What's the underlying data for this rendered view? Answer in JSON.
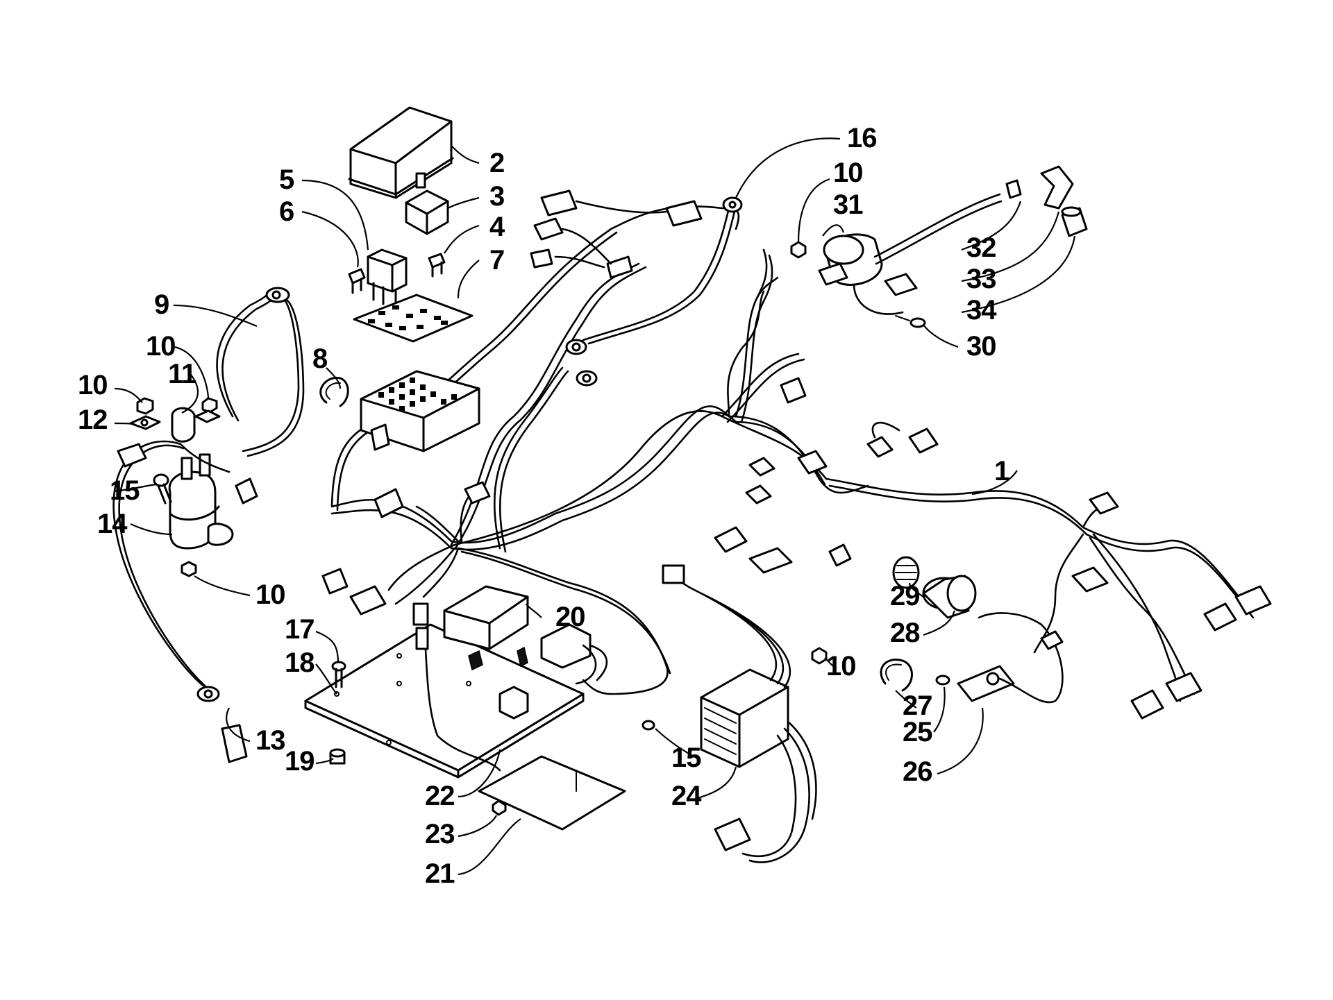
{
  "diagram": {
    "callouts": [
      {
        "id": "1",
        "label": "1"
      },
      {
        "id": "2",
        "label": "2"
      },
      {
        "id": "3",
        "label": "3"
      },
      {
        "id": "4",
        "label": "4"
      },
      {
        "id": "5",
        "label": "5"
      },
      {
        "id": "6",
        "label": "6"
      },
      {
        "id": "7",
        "label": "7"
      },
      {
        "id": "8",
        "label": "8"
      },
      {
        "id": "9",
        "label": "9"
      },
      {
        "id": "10a",
        "label": "10"
      },
      {
        "id": "10b",
        "label": "10"
      },
      {
        "id": "10c",
        "label": "10"
      },
      {
        "id": "10d",
        "label": "10"
      },
      {
        "id": "10e",
        "label": "10"
      },
      {
        "id": "11",
        "label": "11"
      },
      {
        "id": "12",
        "label": "12"
      },
      {
        "id": "13",
        "label": "13"
      },
      {
        "id": "14",
        "label": "14"
      },
      {
        "id": "15a",
        "label": "15"
      },
      {
        "id": "15b",
        "label": "15"
      },
      {
        "id": "16",
        "label": "16"
      },
      {
        "id": "17",
        "label": "17"
      },
      {
        "id": "18",
        "label": "18"
      },
      {
        "id": "19",
        "label": "19"
      },
      {
        "id": "20",
        "label": "20"
      },
      {
        "id": "21",
        "label": "21"
      },
      {
        "id": "22",
        "label": "22"
      },
      {
        "id": "23",
        "label": "23"
      },
      {
        "id": "24",
        "label": "24"
      },
      {
        "id": "25",
        "label": "25"
      },
      {
        "id": "26",
        "label": "26"
      },
      {
        "id": "27",
        "label": "27"
      },
      {
        "id": "28",
        "label": "28"
      },
      {
        "id": "29",
        "label": "29"
      },
      {
        "id": "30",
        "label": "30"
      },
      {
        "id": "31",
        "label": "31"
      },
      {
        "id": "32",
        "label": "32"
      },
      {
        "id": "33",
        "label": "33"
      },
      {
        "id": "34",
        "label": "34"
      }
    ]
  }
}
